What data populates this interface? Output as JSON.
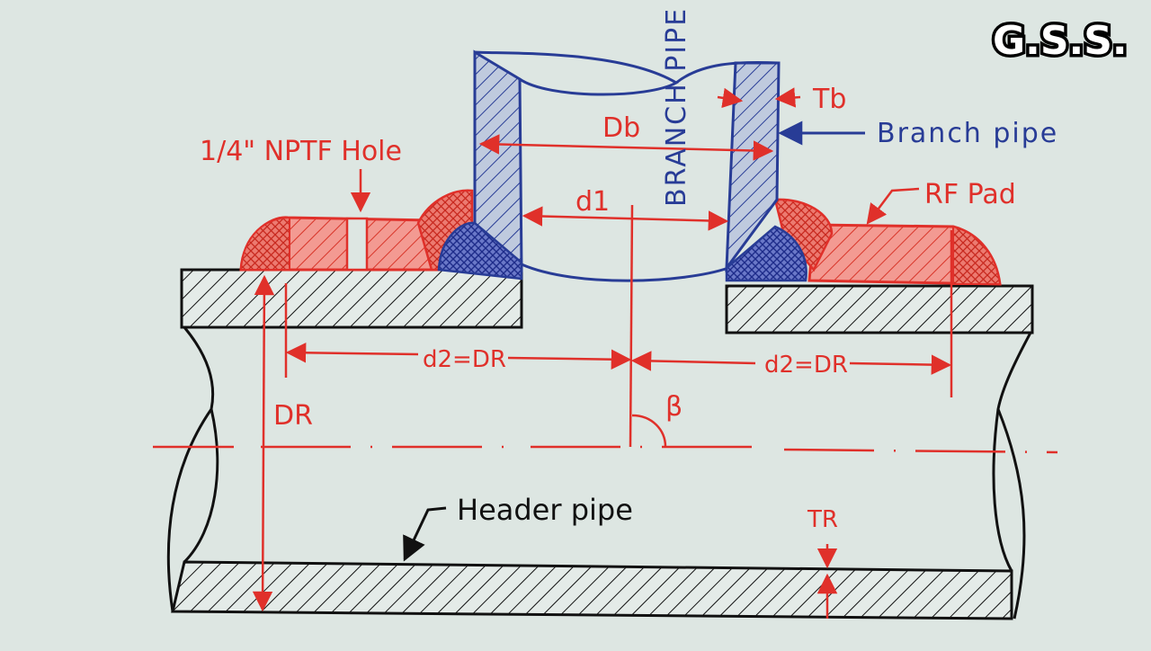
{
  "logo": "G.S.S.",
  "labels": {
    "nptf_hole": "1/4\" NPTF Hole",
    "db": "Db",
    "d1": "d1",
    "branch_pipe_vertical": "BRANCH PIPE",
    "tb": "Tb",
    "branch_pipe": "Branch pipe",
    "rf_pad": "RF Pad",
    "d2_left": "d2=DR",
    "d2_right": "d2=DR",
    "dr": "DR",
    "beta": "β",
    "header_pipe": "Header pipe",
    "tr": "TR"
  },
  "colors": {
    "paper": "#dde6e2",
    "ink_black": "#111111",
    "ink_red": "#e0302a",
    "ink_blue": "#283c96",
    "pad_fill": "#f08880",
    "branch_fill": "#b9c6d9",
    "weld_blue": "#3848b0",
    "weld_red": "#e05a50"
  }
}
